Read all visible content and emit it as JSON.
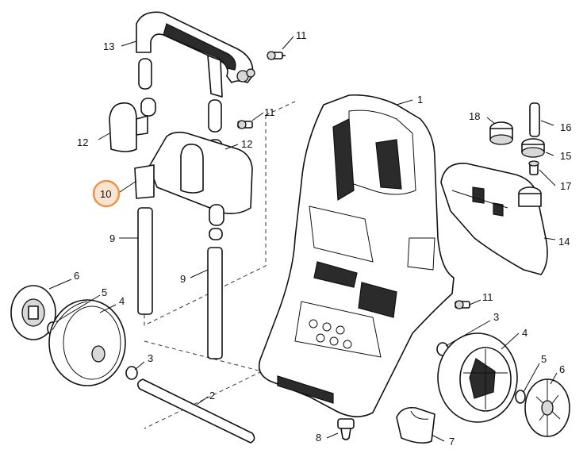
{
  "callouts": [
    {
      "id": "c1",
      "label": "1"
    },
    {
      "id": "c2",
      "label": "2"
    },
    {
      "id": "c3a",
      "label": "3"
    },
    {
      "id": "c3b",
      "label": "3"
    },
    {
      "id": "c4a",
      "label": "4"
    },
    {
      "id": "c4b",
      "label": "4"
    },
    {
      "id": "c5a",
      "label": "5"
    },
    {
      "id": "c5b",
      "label": "5"
    },
    {
      "id": "c6a",
      "label": "6"
    },
    {
      "id": "c6b",
      "label": "6"
    },
    {
      "id": "c7",
      "label": "7"
    },
    {
      "id": "c8",
      "label": "8"
    },
    {
      "id": "c9a",
      "label": "9"
    },
    {
      "id": "c9b",
      "label": "9"
    },
    {
      "id": "c10",
      "label": "10"
    },
    {
      "id": "c11a",
      "label": "11"
    },
    {
      "id": "c11b",
      "label": "11"
    },
    {
      "id": "c11c",
      "label": "11"
    },
    {
      "id": "c12a",
      "label": "12"
    },
    {
      "id": "c12b",
      "label": "12"
    },
    {
      "id": "c13",
      "label": "13"
    },
    {
      "id": "c14",
      "label": "14"
    },
    {
      "id": "c15",
      "label": "15"
    },
    {
      "id": "c16",
      "label": "16"
    },
    {
      "id": "c17",
      "label": "17"
    },
    {
      "id": "c18",
      "label": "18"
    }
  ],
  "highlight": {
    "label": "10",
    "color": "#e8924a",
    "fill": "#fbe3cf"
  },
  "colors": {
    "line": "#111111",
    "background": "#ffffff"
  }
}
